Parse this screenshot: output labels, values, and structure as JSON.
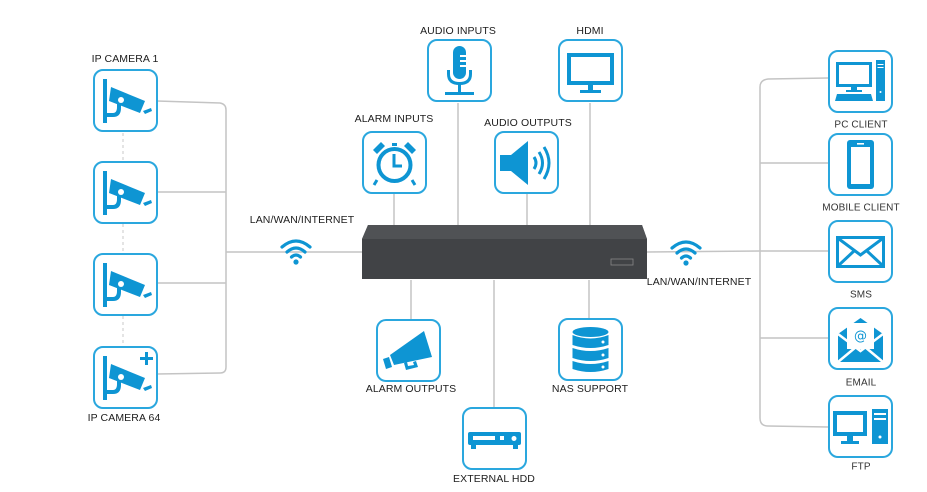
{
  "colors": {
    "accent": "#0e95d3",
    "border": "#2aa7de",
    "line": "#c4c4c4",
    "nvr": "#3f4144"
  },
  "network_left": {
    "label": "LAN/WAN/INTERNET",
    "icon": "wifi-icon"
  },
  "network_right": {
    "label": "LAN/WAN/INTERNET",
    "icon": "wifi-icon"
  },
  "cameras": {
    "first_label": "IP CAMERA 1",
    "last_label": "IP CAMERA 64",
    "icon": "cctv-camera-icon"
  },
  "nvr": {
    "icon": "nvr-recorder"
  },
  "top_devices": [
    {
      "label": "AUDIO INPUTS",
      "icon": "microphone-icon"
    },
    {
      "label": "HDMI",
      "icon": "monitor-icon"
    },
    {
      "label": "ALARM INPUTS",
      "icon": "alarm-clock-icon"
    },
    {
      "label": "AUDIO OUTPUTS",
      "icon": "speaker-icon"
    }
  ],
  "bottom_devices": [
    {
      "label": "ALARM OUTPUTS",
      "icon": "megaphone-icon"
    },
    {
      "label": "EXTERNAL HDD",
      "icon": "hdd-icon"
    },
    {
      "label": "NAS SUPPORT",
      "icon": "database-icon"
    }
  ],
  "clients": [
    {
      "label": "PC CLIENT",
      "icon": "desktop-pc-icon"
    },
    {
      "label": "MOBILE CLIENT",
      "icon": "smartphone-icon"
    },
    {
      "label": "SMS",
      "icon": "envelope-icon"
    },
    {
      "label": "EMAIL",
      "icon": "email-at-icon"
    },
    {
      "label": "FTP",
      "icon": "ftp-computer-icon"
    }
  ]
}
